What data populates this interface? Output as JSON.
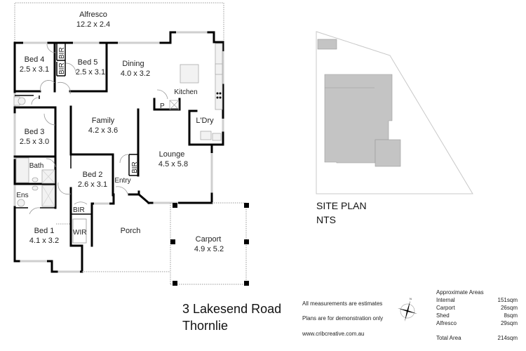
{
  "floor_plan": {
    "rooms": [
      {
        "id": "alfresco",
        "name": "Alfresco",
        "dims": "12.2 x 2.4"
      },
      {
        "id": "bed4",
        "name": "Bed 4",
        "dims": "2.5 x 3.1"
      },
      {
        "id": "bed5",
        "name": "Bed 5",
        "dims": "2.5 x 3.1"
      },
      {
        "id": "dining",
        "name": "Dining",
        "dims": "4.0 x 3.2"
      },
      {
        "id": "kitchen",
        "name": "Kitchen",
        "dims": ""
      },
      {
        "id": "family",
        "name": "Family",
        "dims": "4.2 x 3.6"
      },
      {
        "id": "ldry",
        "name": "L'Dry",
        "dims": ""
      },
      {
        "id": "bed3",
        "name": "Bed 3",
        "dims": "2.5 x 3.0"
      },
      {
        "id": "lounge",
        "name": "Lounge",
        "dims": "4.5 x 5.8"
      },
      {
        "id": "bath",
        "name": "Bath",
        "dims": ""
      },
      {
        "id": "bed2",
        "name": "Bed 2",
        "dims": "2.6 x 3.1"
      },
      {
        "id": "entry",
        "name": "Entry",
        "dims": ""
      },
      {
        "id": "ens",
        "name": "Ens",
        "dims": ""
      },
      {
        "id": "bed1",
        "name": "Bed 1",
        "dims": "4.1 x 3.2"
      },
      {
        "id": "porch",
        "name": "Porch",
        "dims": ""
      },
      {
        "id": "carport",
        "name": "Carport",
        "dims": "4.9 x 5.2"
      }
    ],
    "small_labels": {
      "bir_bed4": "BIR",
      "bir_bed5": "BIR",
      "bir_entry": "BIR",
      "bir_bed1": "BIR",
      "wir": "WIR",
      "pantry": "P"
    }
  },
  "site_plan": {
    "title": "SITE PLAN",
    "scale": "NTS"
  },
  "address": {
    "line1": "3 Lakesend Road",
    "line2": "Thornlie"
  },
  "notes": [
    "All measurements are estimates",
    "Plans are for demonstration only",
    "www.cribcreative.com.au"
  ],
  "compass": {
    "icon": "north-arrow-icon",
    "label": "N"
  },
  "areas": {
    "heading": "Approximate Areas",
    "rows": [
      {
        "label": "Internal",
        "value": "151sqm"
      },
      {
        "label": "Carport",
        "value": "26sqm"
      },
      {
        "label": "Shed",
        "value": "8sqm"
      },
      {
        "label": "Alfresco",
        "value": "29sqm"
      }
    ],
    "total": {
      "label": "Total Area",
      "value": "214sqm"
    }
  }
}
